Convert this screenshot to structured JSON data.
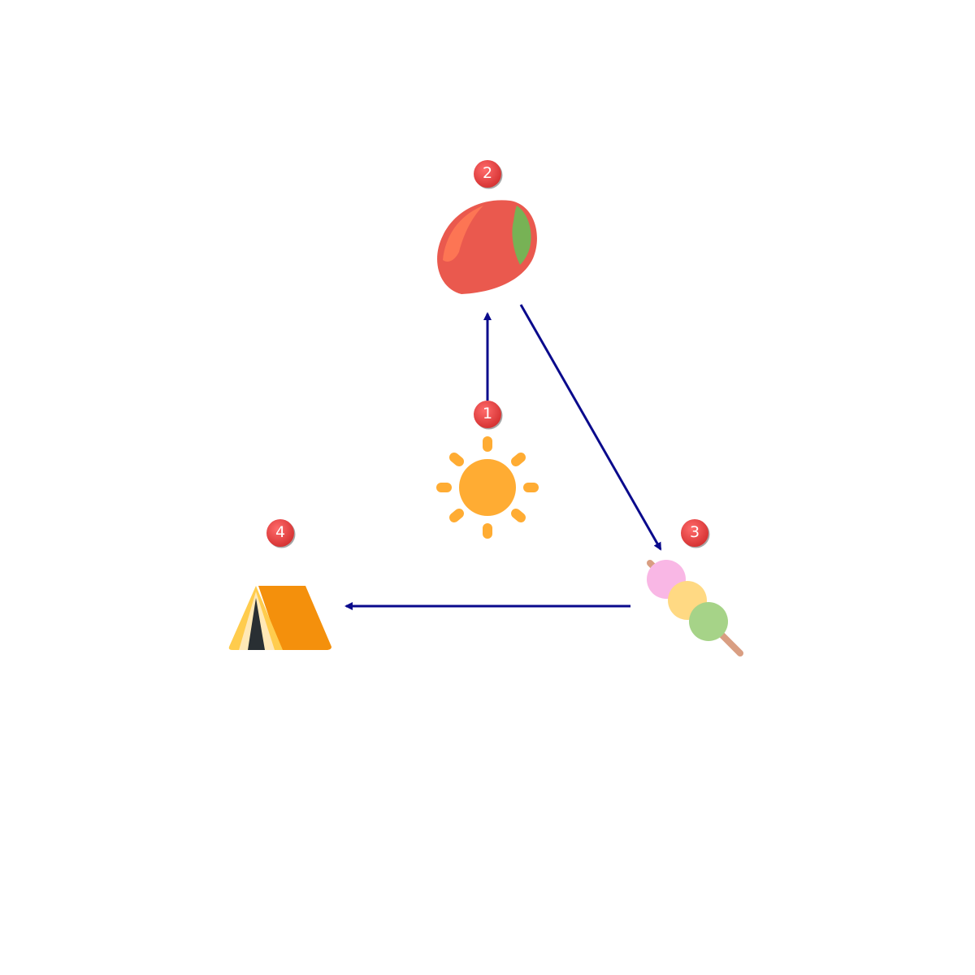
{
  "diagram": {
    "colors": {
      "arrow": "#0a0a8c",
      "badge_fill": "#e53935",
      "badge_text": "#ffffff"
    },
    "nodes": [
      {
        "id": "sun",
        "icon": "sun-icon",
        "step": "1"
      },
      {
        "id": "peach",
        "icon": "peach-icon",
        "step": "2"
      },
      {
        "id": "dango",
        "icon": "dango-icon",
        "step": "3"
      },
      {
        "id": "tent",
        "icon": "tent-icon",
        "step": "4"
      }
    ],
    "edges": [
      {
        "from": "sun",
        "to": "peach"
      },
      {
        "from": "peach",
        "to": "dango"
      },
      {
        "from": "dango",
        "to": "tent"
      }
    ]
  }
}
